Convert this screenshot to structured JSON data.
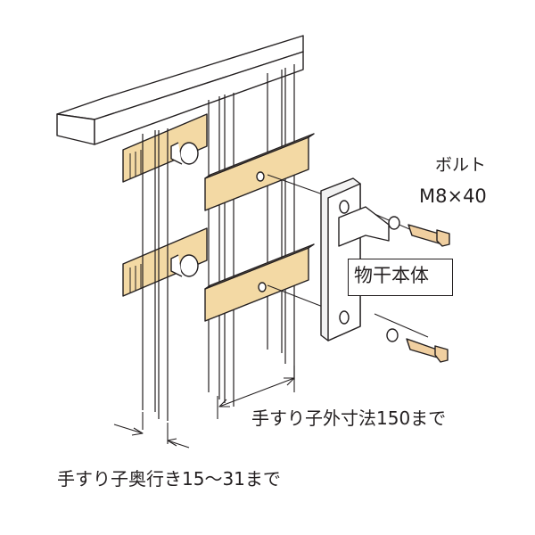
{
  "labels": {
    "bolt_name": "ボルト",
    "bolt_size": "M8×40",
    "main_body": "物干本体",
    "outer_dimension": "手すり子外寸法150まで",
    "depth_dimension": "手すり子奥行き15〜31まで"
  },
  "colors": {
    "line": "#231f20",
    "wood": "#f3d9a4",
    "wood_dark": "#d8b877",
    "metal": "#f2f2f2",
    "bolt": "#f0cfa0"
  }
}
